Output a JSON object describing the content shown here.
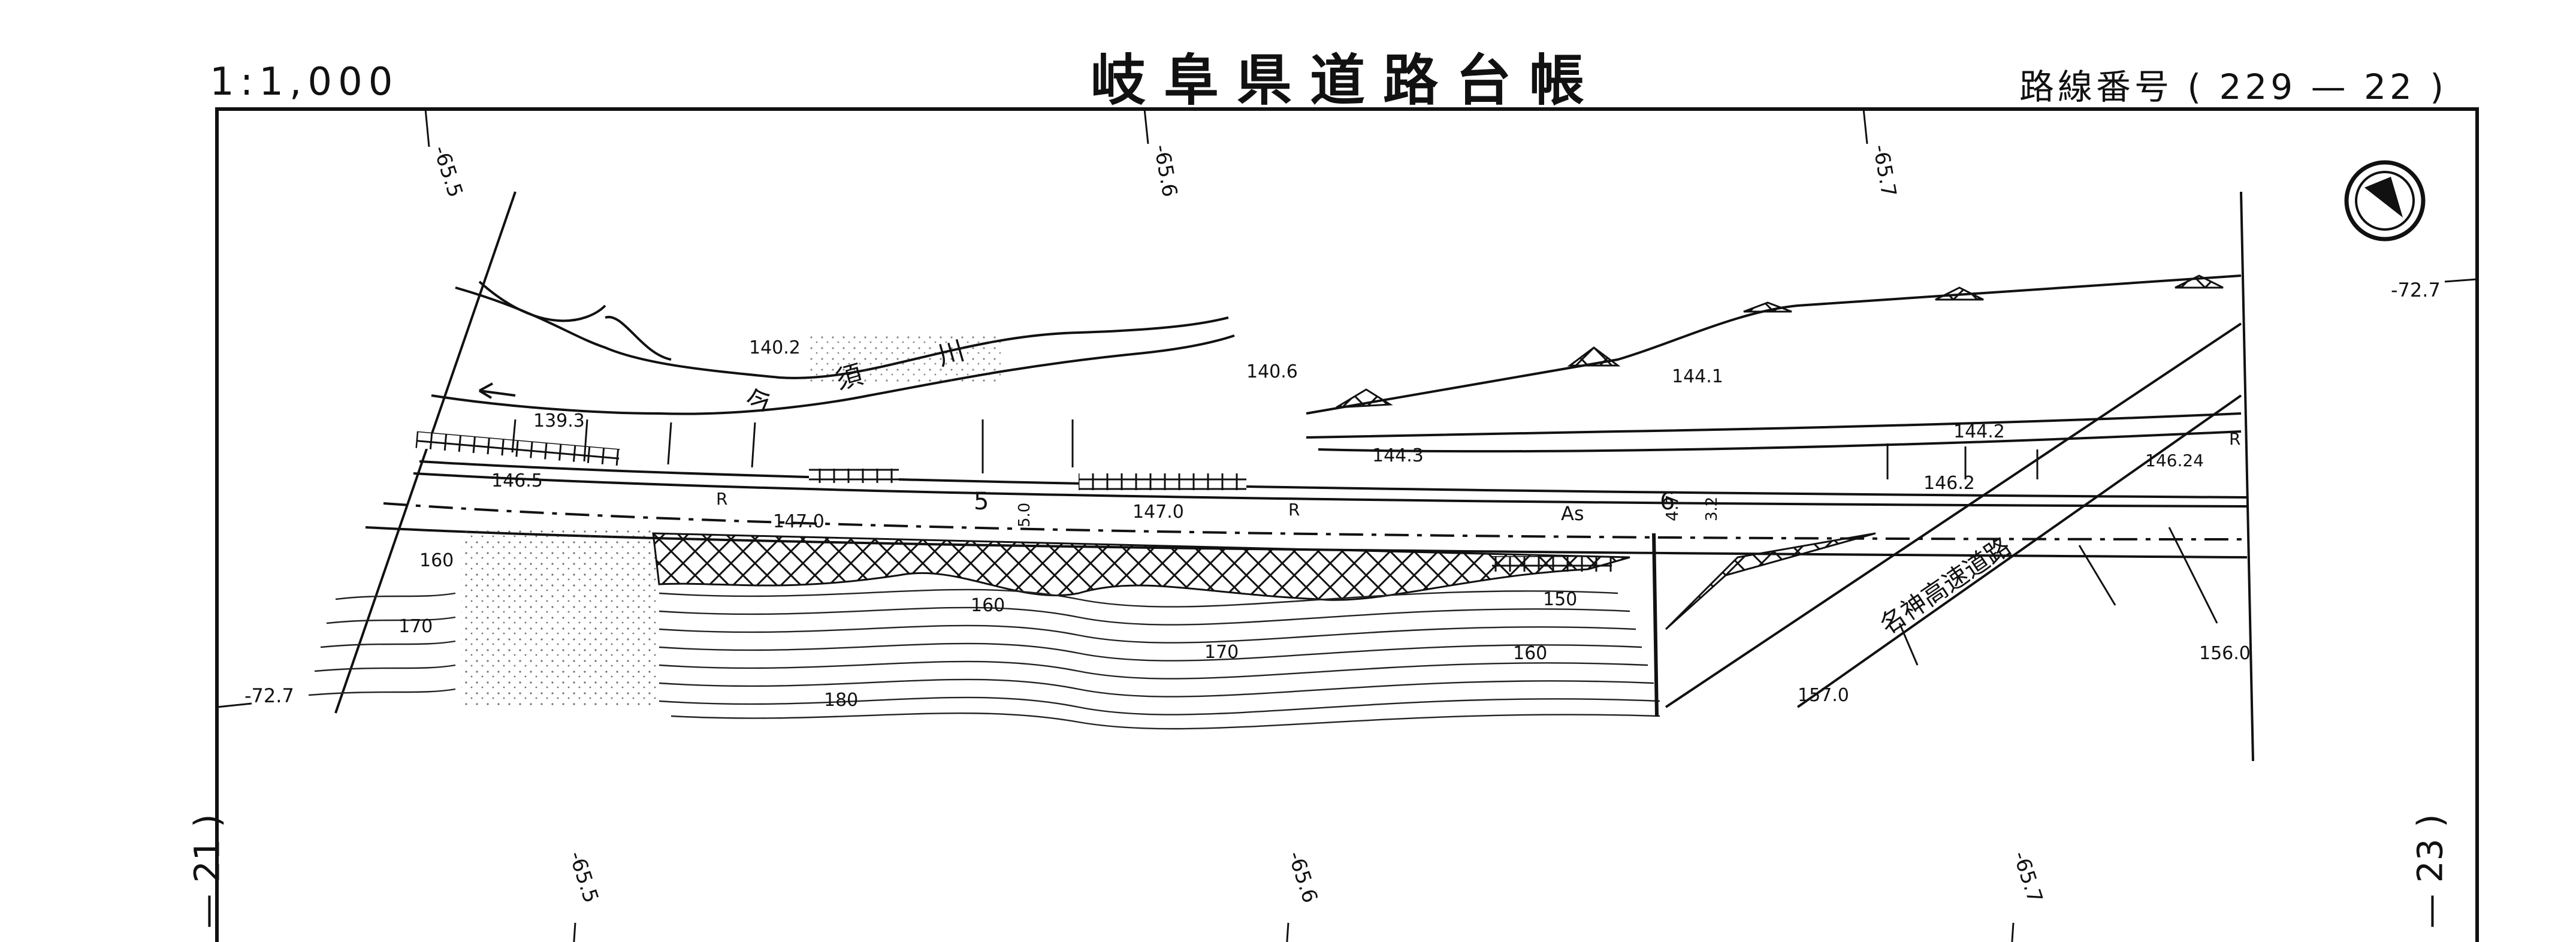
{
  "header": {
    "scale": "1:1,000",
    "title": "岐阜県道路台帳",
    "route_number": "路線番号 ( 229 — 22 )"
  },
  "sheet_refs": {
    "left": "— 21 )",
    "right": "— 23 )"
  },
  "grid_labels": {
    "top_655": "-65.5",
    "top_656": "-65.6",
    "top_657": "-65.7",
    "bottom_655": "-65.5",
    "bottom_656": "-65.6",
    "bottom_657": "-65.7",
    "left_727": "-72.7",
    "right_727": "-72.7"
  },
  "elevations": {
    "e1402": "140.2",
    "e1406": "140.6",
    "e1393": "139.3",
    "e1465": "146.5",
    "e1470a": "147.0",
    "e1470b": "147.0",
    "e1441": "144.1",
    "e1443": "144.3",
    "e1442": "144.2",
    "e1462": "146.2",
    "e14624": "146.24",
    "e1570": "157.0",
    "e1560": "156.0"
  },
  "contours": {
    "c160a": "160",
    "c170a": "170",
    "c160b": "160",
    "c170b": "170",
    "c180": "180",
    "c150": "150",
    "c160c": "160"
  },
  "road_labels": {
    "r1": "R",
    "r2": "R",
    "r3": "R",
    "as": "As",
    "width1": "5",
    "width1_sub": "5.0",
    "width2": "4.7",
    "width3": "6",
    "width3_sub": "3.2"
  },
  "feature_labels": {
    "river_1": "今",
    "river_2": "須",
    "river_3": "川",
    "expressway": "名神高速道路"
  }
}
